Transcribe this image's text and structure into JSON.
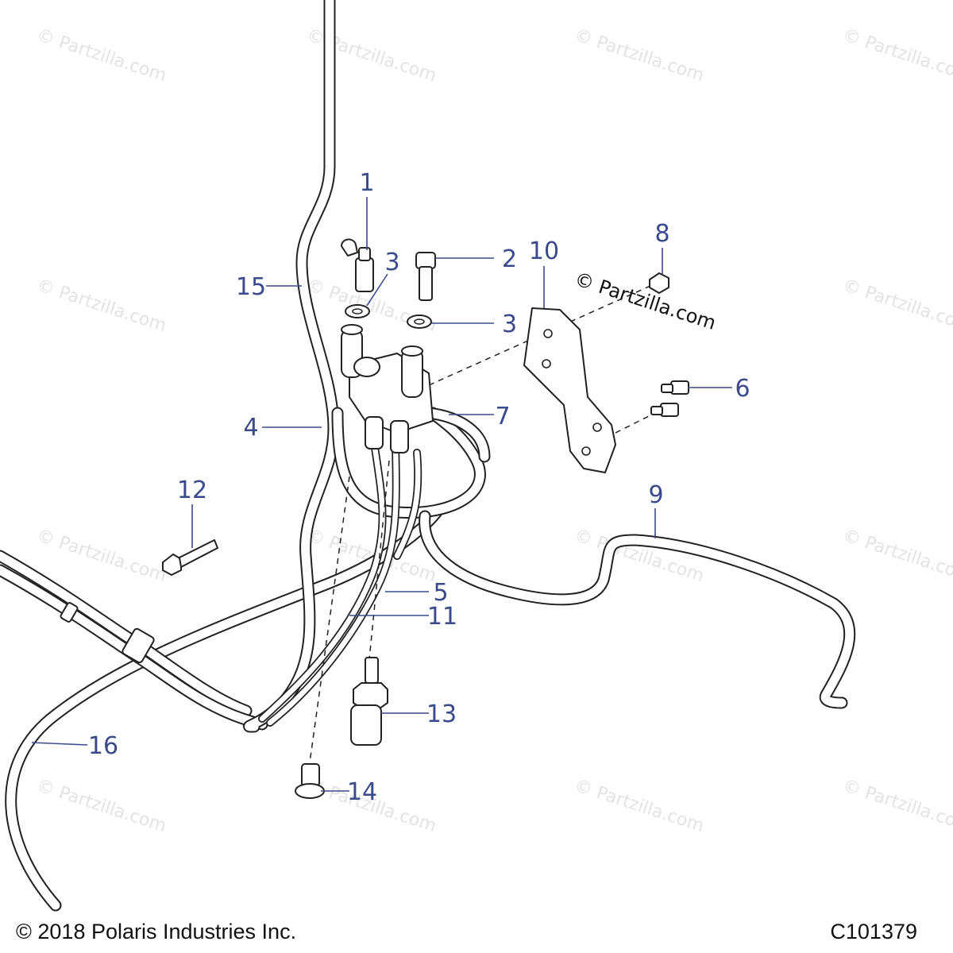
{
  "diagram": {
    "callouts": [
      {
        "id": "c1",
        "label": "1"
      },
      {
        "id": "c2",
        "label": "2"
      },
      {
        "id": "c3a",
        "label": "3"
      },
      {
        "id": "c3b",
        "label": "3"
      },
      {
        "id": "c4",
        "label": "4"
      },
      {
        "id": "c5",
        "label": "5"
      },
      {
        "id": "c6",
        "label": "6"
      },
      {
        "id": "c7",
        "label": "7"
      },
      {
        "id": "c8",
        "label": "8"
      },
      {
        "id": "c9",
        "label": "9"
      },
      {
        "id": "c10",
        "label": "10"
      },
      {
        "id": "c11",
        "label": "11"
      },
      {
        "id": "c12",
        "label": "12"
      },
      {
        "id": "c13",
        "label": "13"
      },
      {
        "id": "c14",
        "label": "14"
      },
      {
        "id": "c15",
        "label": "15"
      },
      {
        "id": "c16",
        "label": "16"
      }
    ]
  },
  "watermark": {
    "text": "© Partzilla.com",
    "center_text": "© Partzilla.com"
  },
  "footer": {
    "copyright": "© 2018 Polaris Industries Inc.",
    "figure_code": "C101379"
  }
}
